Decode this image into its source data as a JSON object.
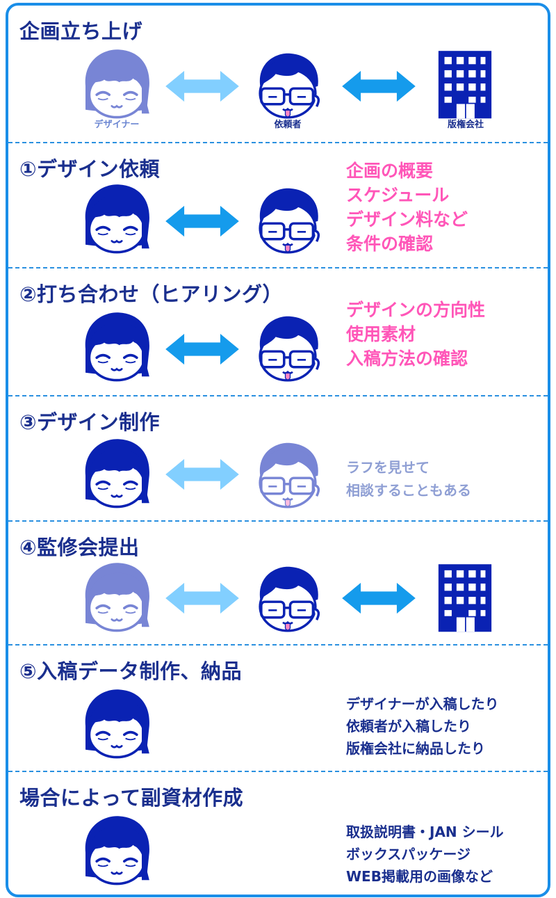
{
  "colors": {
    "frame": "#1a8ee8",
    "title": "#1a2f8e",
    "character": "#0a22b3",
    "character_faded": "#7d9ee3",
    "arrow": "#159bec",
    "arrow_faded": "#82cfff",
    "note_pink": "#ff56b8",
    "note_navy": "#1a2f8e",
    "note_grey": "#8f9fd4"
  },
  "sections": [
    {
      "title": "企画立ち上げ",
      "labels": {
        "designer": "デザイナー",
        "client": "依頼者",
        "publisher": "版権会社"
      },
      "notes": []
    },
    {
      "title": "①デザイン依頼",
      "notes": [
        "企画の概要",
        "スケジュール",
        "デザイン料など",
        "条件の確認"
      ]
    },
    {
      "title": "②打ち合わせ（ヒアリング）",
      "notes": [
        "デザインの方向性",
        "使用素材",
        "入稿方法の確認"
      ]
    },
    {
      "title": "③デザイン制作",
      "notes": [
        "ラフを見せて",
        "相談することもある"
      ]
    },
    {
      "title": "④監修会提出",
      "notes": []
    },
    {
      "title": "⑤入稿データ制作、納品",
      "notes": [
        "デザイナーが入稿したり",
        "依頼者が入稿したり",
        "版権会社に納品したり"
      ]
    },
    {
      "title": "場合によって副資材作成",
      "notes": [
        "取扱説明書・JAN シール",
        "ボックスパッケージ",
        "WEB掲載用の画像など"
      ]
    }
  ],
  "icons": {
    "designer": "designer-face-icon",
    "client": "client-face-with-glasses-icon",
    "publisher": "office-building-icon",
    "arrow": "double-headed-arrow-icon"
  }
}
